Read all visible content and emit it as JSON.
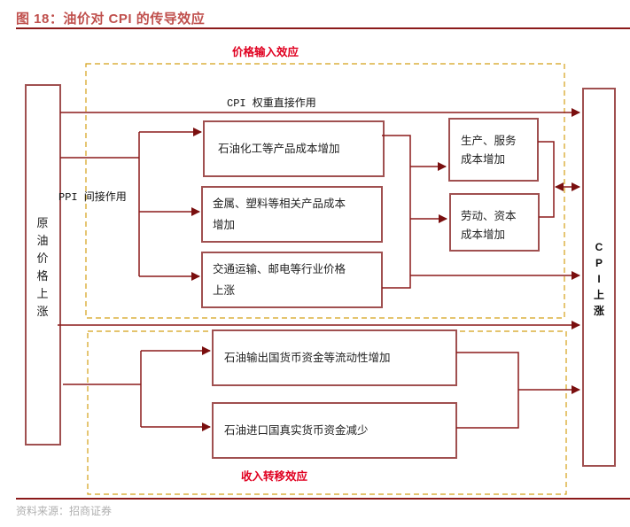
{
  "figure": {
    "title": "图 18：油价对 CPI 的传导效应",
    "source": "资料来源：招商证券"
  },
  "groups": {
    "price_effect_label": "价格输入效应",
    "income_effect_label": "收入转移效应"
  },
  "nodes": {
    "oil_price_rise": {
      "label": "原油价格上涨",
      "chars": [
        "原",
        "油",
        "价",
        "格",
        "上",
        "涨"
      ]
    },
    "cpi_rise": {
      "label": "CPI上涨",
      "chars": [
        "C",
        "P",
        "I",
        "上",
        "涨"
      ]
    },
    "petrochem_cost": {
      "label": "石油化工等产品成本增加"
    },
    "metal_plastic_cost": {
      "line1": "金属、塑料等相关产品成本",
      "line2": "增加"
    },
    "transport_price": {
      "line1": "交通运输、邮电等行业价格",
      "line2": "上涨"
    },
    "production_service_cost": {
      "line1": "生产、服务",
      "line2": "成本增加"
    },
    "labor_capital_cost": {
      "line1": "劳动、资本",
      "line2": "成本增加"
    },
    "exporter_liquidity": {
      "label": "石油输出国货币资金等流动性增加"
    },
    "importer_money_decrease": {
      "label": "石油进口国真实货币资金减少"
    }
  },
  "edges": {
    "cpi_weight_direct": "CPI 权重直接作用",
    "ppi_indirect": "PPI 间接作用"
  },
  "colors": {
    "line": "#8b1a1a",
    "box_border": "#a05050",
    "dashed_group": "#d4a017",
    "title": "#c0504d",
    "group_label": "#e00020"
  }
}
